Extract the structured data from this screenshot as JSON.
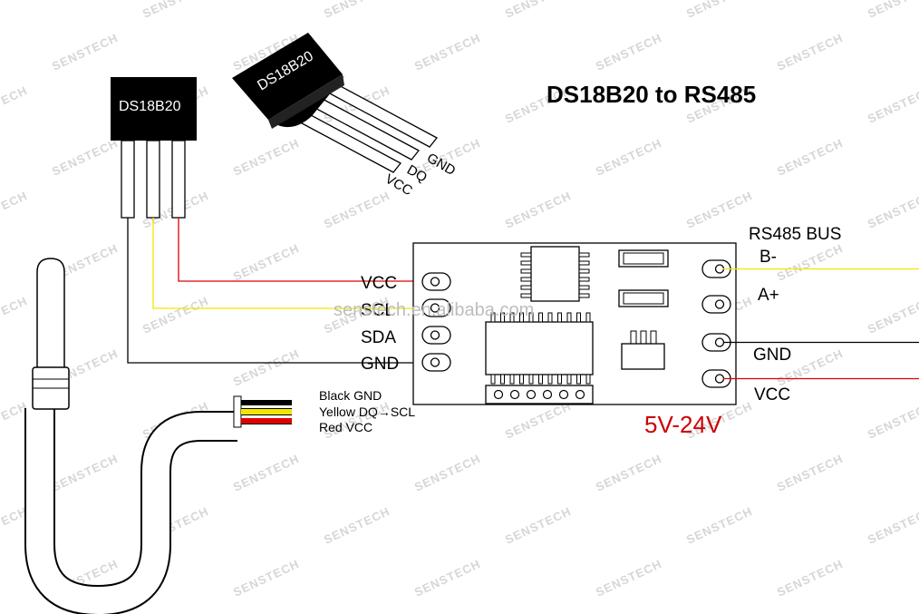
{
  "title": "DS18B20 to RS485",
  "watermark": "SENSTECH",
  "url_watermark": "senstech.en.alibaba.com",
  "sensor_chip_label": "DS18B20",
  "to92_label": "DS18B20",
  "to92_pins": [
    "GND",
    "DQ",
    "VCC"
  ],
  "module_left_pins": [
    "VCC",
    "SCL",
    "SDA",
    "GND"
  ],
  "bus_header": "RS485 BUS",
  "module_right_pins": [
    "B-",
    "A+",
    "GND",
    "VCC"
  ],
  "cable_wires": [
    "Black GND",
    "Yellow DQ→SCL",
    "Red VCC"
  ],
  "voltage": "5V-24V",
  "colors": {
    "red_wire": "#e00000",
    "yellow_wire": "#f2e600",
    "black_wire": "#000000",
    "voltage_text": "#cc0000",
    "watermark": "#d6d6d6"
  }
}
